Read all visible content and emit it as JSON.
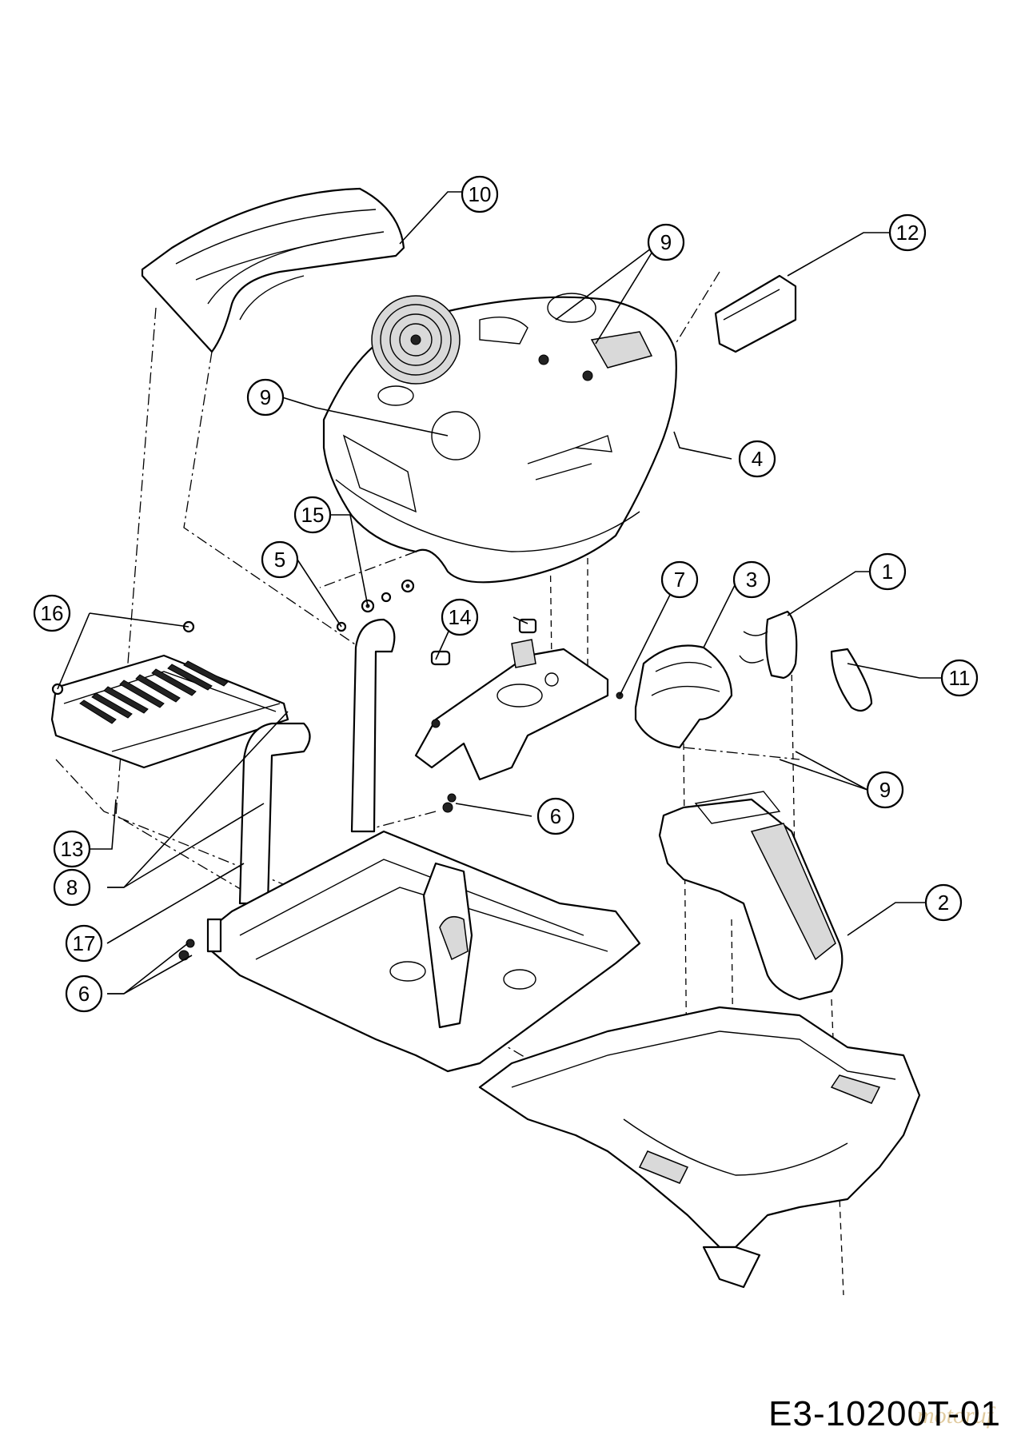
{
  "diagram": {
    "drawing_code": "E3-10200T-01",
    "watermark": "motoruf",
    "callouts": [
      {
        "id": "c10",
        "label": "10"
      },
      {
        "id": "c9a",
        "label": "9"
      },
      {
        "id": "c12",
        "label": "12"
      },
      {
        "id": "c9b",
        "label": "9"
      },
      {
        "id": "c4",
        "label": "4"
      },
      {
        "id": "c15",
        "label": "15"
      },
      {
        "id": "c5",
        "label": "5"
      },
      {
        "id": "c16",
        "label": "16"
      },
      {
        "id": "c14",
        "label": "14"
      },
      {
        "id": "c7",
        "label": "7"
      },
      {
        "id": "c3",
        "label": "3"
      },
      {
        "id": "c1",
        "label": "1"
      },
      {
        "id": "c11",
        "label": "11"
      },
      {
        "id": "c9c",
        "label": "9"
      },
      {
        "id": "c6a",
        "label": "6"
      },
      {
        "id": "c13",
        "label": "13"
      },
      {
        "id": "c8",
        "label": "8"
      },
      {
        "id": "c2",
        "label": "2"
      },
      {
        "id": "c17",
        "label": "17"
      },
      {
        "id": "c6b",
        "label": "6"
      }
    ]
  }
}
